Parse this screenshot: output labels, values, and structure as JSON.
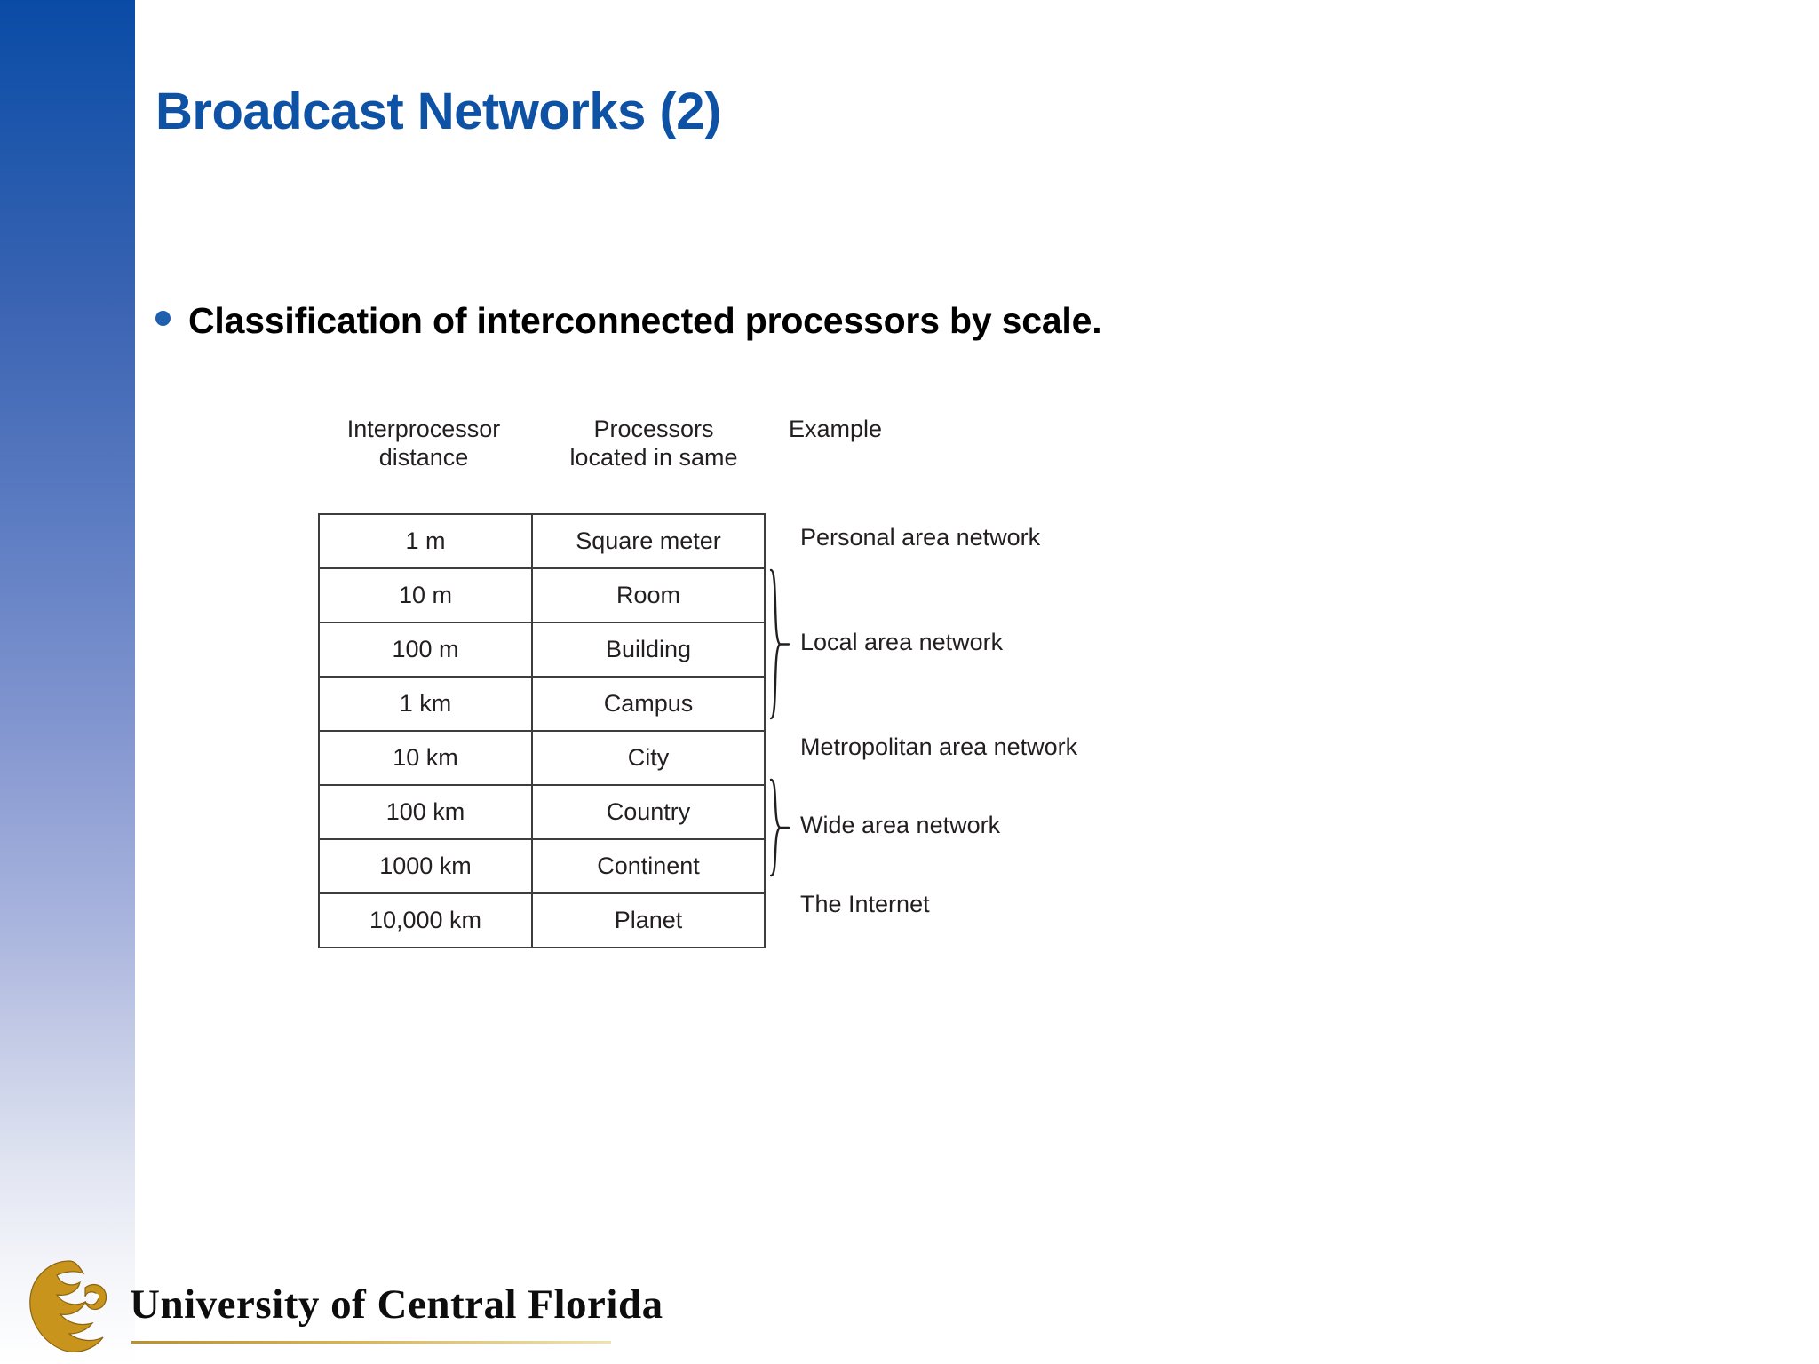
{
  "slide": {
    "title": "Broadcast Networks (2)",
    "title_color": "#0e52a6",
    "bullet": {
      "marker": "bullet-dot",
      "text": "Classification of interconnected processors by scale."
    }
  },
  "figure": {
    "headers": {
      "distance": "Interprocessor\ndistance",
      "distance_line1": "Interprocessor",
      "distance_line2": "distance",
      "located_line1": "Processors",
      "located_line2": "located in same",
      "example": "Example"
    },
    "rows": [
      {
        "distance": "1 m",
        "located": "Square meter"
      },
      {
        "distance": "10 m",
        "located": "Room"
      },
      {
        "distance": "100 m",
        "located": "Building"
      },
      {
        "distance": "1 km",
        "located": "Campus"
      },
      {
        "distance": "10 km",
        "located": "City"
      },
      {
        "distance": "100 km",
        "located": "Country"
      },
      {
        "distance": "1000 km",
        "located": "Continent"
      },
      {
        "distance": "10,000 km",
        "located": "Planet"
      }
    ],
    "examples": [
      {
        "label": "Personal area network",
        "rows": [
          0,
          0
        ],
        "braced": false
      },
      {
        "label": "Local area network",
        "rows": [
          1,
          3
        ],
        "braced": true
      },
      {
        "label": "Metropolitan area network",
        "rows": [
          4,
          4
        ],
        "braced": false
      },
      {
        "label": "Wide area network",
        "rows": [
          5,
          6
        ],
        "braced": true
      },
      {
        "label": "The Internet",
        "rows": [
          7,
          7
        ],
        "braced": false
      }
    ]
  },
  "footer": {
    "university": "University of Central Florida",
    "logo_icon": "ucf-pegasus-icon",
    "logo_color": "#c8941c"
  }
}
